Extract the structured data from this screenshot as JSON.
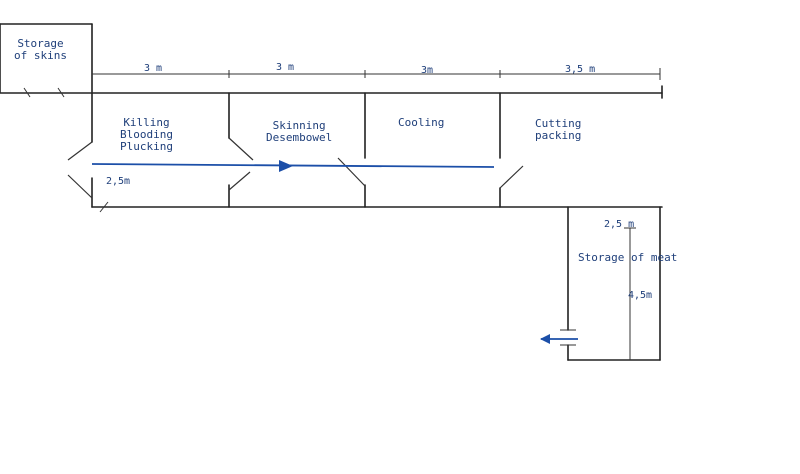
{
  "rooms": {
    "storage_skins": "Storage\nof skins",
    "killing": "Killing\nBlooding\nPlucking",
    "skinning": "Skinning\nDesembowel",
    "cooling": "Cooling",
    "cutting": "Cutting\npacking",
    "storage_meat": "Storage of meat"
  },
  "dimensions": {
    "dim_1": "3 m",
    "dim_2": "3 m",
    "dim_3": "3m",
    "dim_4": "3,5 m",
    "depth": "2,5m",
    "meat_width": "2,5 m",
    "meat_length": "4,5m"
  },
  "colors": {
    "flow_line": "#1c4fa8",
    "walls": "#222222",
    "labels": "#1f3f7a"
  }
}
